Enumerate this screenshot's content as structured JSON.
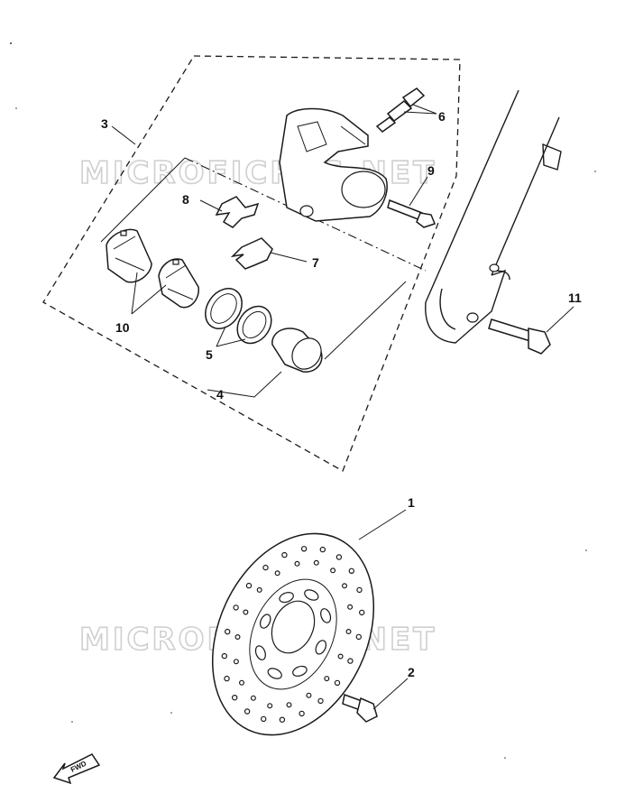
{
  "diagram": {
    "watermarks": [
      "MICROFICHES.NET",
      "MICROFICHES.NET"
    ],
    "callouts": {
      "c1": "1",
      "c2": "2",
      "c3": "3",
      "c4": "4",
      "c5": "5",
      "c6": "6",
      "c7": "7",
      "c8": "8",
      "c9": "9",
      "c10": "10",
      "c11": "11"
    },
    "direction_arrow_label": "FWD"
  }
}
